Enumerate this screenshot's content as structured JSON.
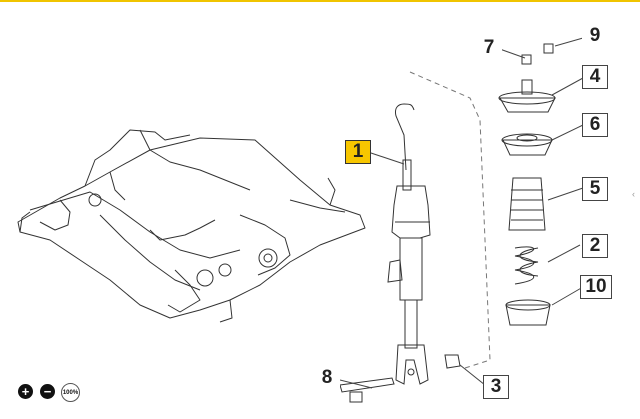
{
  "callouts": {
    "c1": "1",
    "c2": "2",
    "c3": "3",
    "c4": "4",
    "c5": "5",
    "c6": "6",
    "c7": "7",
    "c8": "8",
    "c9": "9",
    "c10": "10"
  },
  "controls": {
    "zoom_in": "+",
    "zoom_out": "−",
    "zoom_reset": "100%"
  },
  "colors": {
    "accent": "#f0c400",
    "highlight": "#f7c600",
    "line": "#333333"
  },
  "icons": {
    "zoom_in": "plus-circle-icon",
    "zoom_out": "minus-circle-icon",
    "zoom_reset": "zoom-100-icon",
    "side": "chevron-left-icon"
  },
  "side_marker": "‹"
}
